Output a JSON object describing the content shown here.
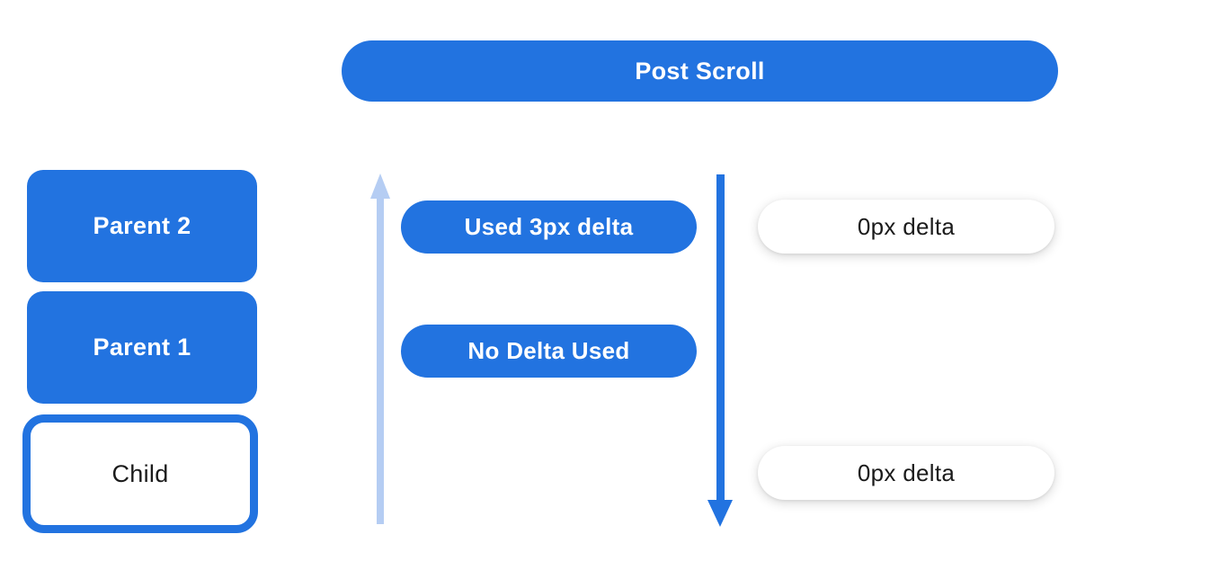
{
  "diagram": {
    "header": {
      "label": "Post Scroll"
    },
    "left_column": {
      "parent2_label": "Parent 2",
      "parent1_label": "Parent 1",
      "child_label": "Child"
    },
    "scroll_results": {
      "used_delta_label": "Used 3px delta",
      "no_delta_label": "No Delta Used"
    },
    "overscroll_results": {
      "top_label": "0px delta",
      "bottom_label": "0px delta"
    },
    "icons": {
      "up_arrow": "up-arrow-icon",
      "down_arrow": "down-arrow-icon"
    },
    "colors": {
      "primary_blue": "#2273e0",
      "light_blue": "#b5cdf3",
      "background": "#ffffff",
      "text_dark": "#1b1b1b",
      "text_light": "#ffffff"
    }
  }
}
